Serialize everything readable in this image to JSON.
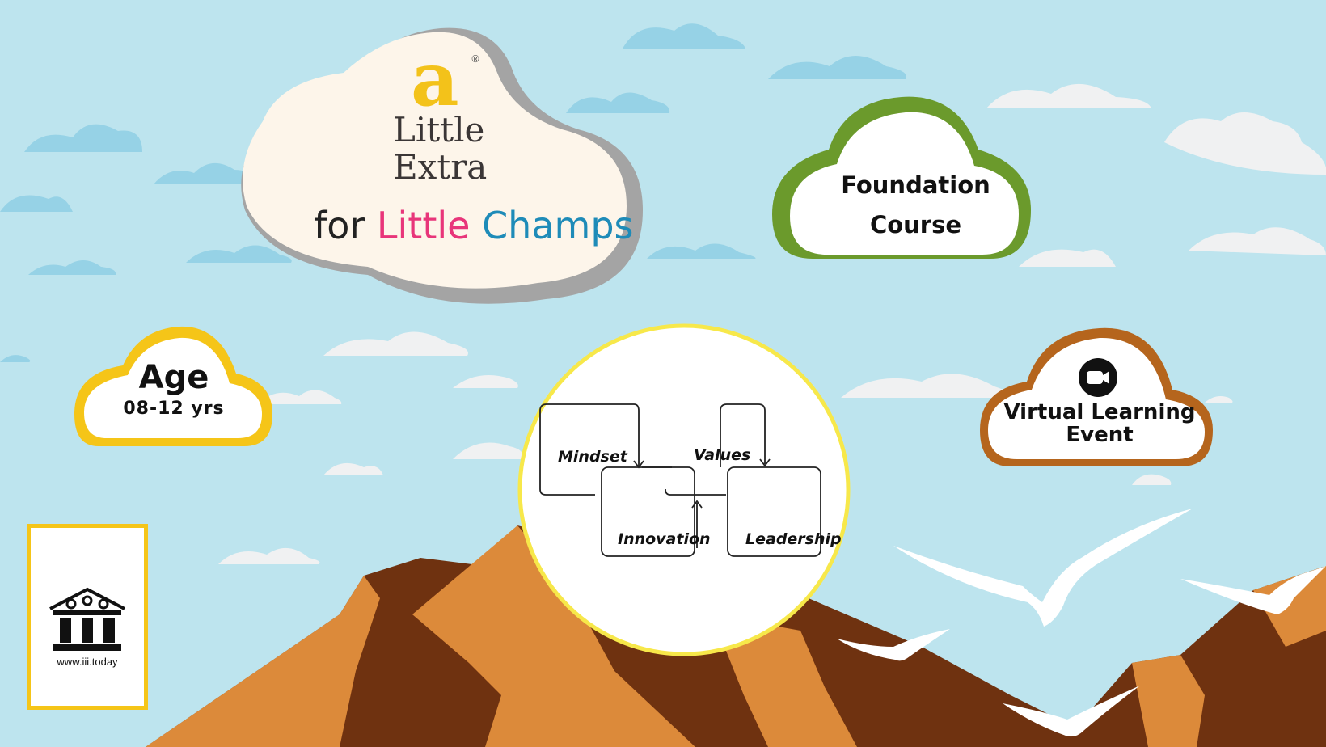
{
  "brand": {
    "logo_letter": "a",
    "logo_registered": "®",
    "name_line1": "Little",
    "name_line2": "Extra"
  },
  "tagline": {
    "for": "for",
    "little": "Little",
    "champs": "Champs"
  },
  "course_cloud": {
    "line1": "Foundation",
    "line2": "Course",
    "outline_color": "#6b9a2c"
  },
  "age_cloud": {
    "label": "Age",
    "range": "08-12 yrs",
    "outline_color": "#f5c518"
  },
  "event_cloud": {
    "icon": "video-camera-icon",
    "line1": "Virtual Learning",
    "line2": "Event",
    "outline_color": "#b5651d"
  },
  "diagram": {
    "border_color": "#f7e84a",
    "steps": [
      "Mindset",
      "Innovation",
      "Values",
      "Leadership"
    ]
  },
  "footer_logo": {
    "url": "www.iii.today",
    "border_color": "#f5c518"
  },
  "colors": {
    "sky": "#bde4ee",
    "mountain_light": "#dc8a3a",
    "mountain_dark": "#6f3210"
  }
}
